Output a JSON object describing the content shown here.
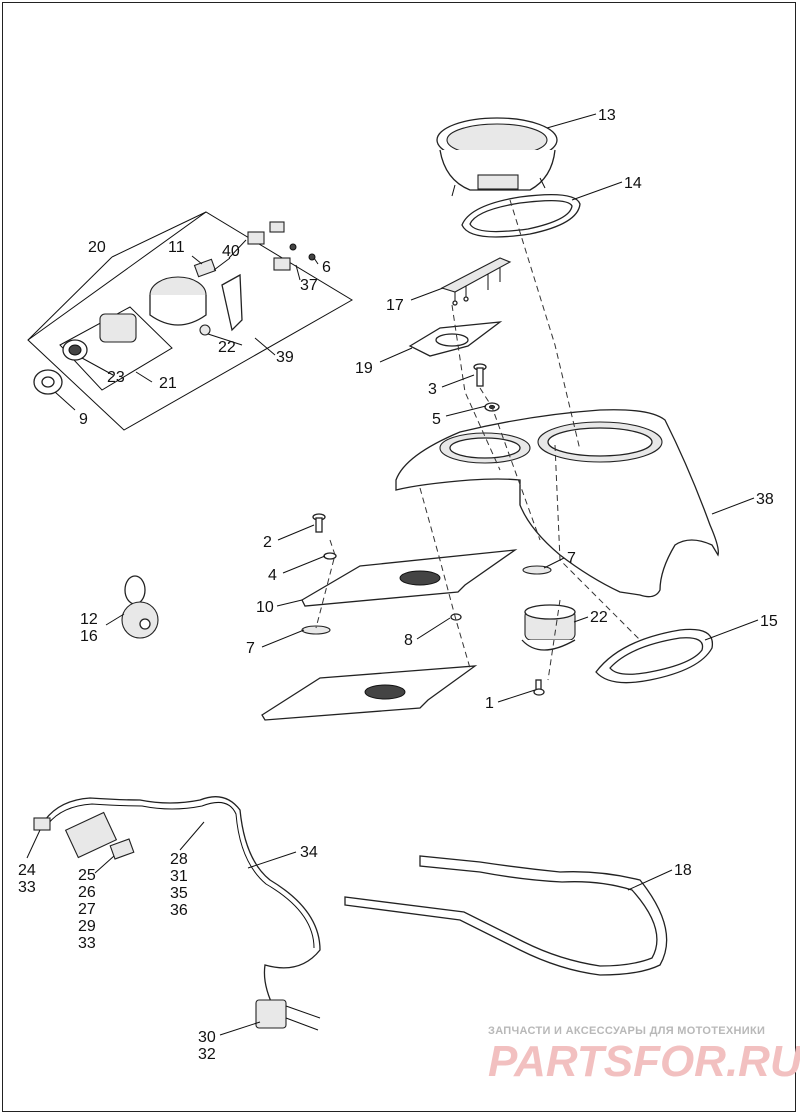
{
  "callouts": {
    "c13": "13",
    "c14": "14",
    "c17": "17",
    "c19": "19",
    "c3": "3",
    "c5": "5",
    "c38": "38",
    "c2": "2",
    "c4": "4",
    "c7a": "7",
    "c10": "10",
    "c7b": "7",
    "c22b": "22",
    "c15": "15",
    "c8": "8",
    "c1": "1",
    "c12": "12",
    "c16": "16",
    "c20": "20",
    "c11": "11",
    "c40": "40",
    "c6": "6",
    "c37": "37",
    "c22a": "22",
    "c39": "39",
    "c23": "23",
    "c21": "21",
    "c9": "9",
    "c24": "24",
    "c33a": "33",
    "c25": "25",
    "c26": "26",
    "c27": "27",
    "c29": "29",
    "c33b": "33",
    "c28": "28",
    "c31": "31",
    "c35": "35",
    "c36": "36",
    "c34": "34",
    "c30": "30",
    "c32": "32",
    "c18": "18"
  },
  "watermark": {
    "caption": "ЗАПЧАСТИ И АКСЕССУАРЫ ДЛЯ МОТОТЕХНИКИ",
    "brand": "PARTSFOR.RU"
  }
}
